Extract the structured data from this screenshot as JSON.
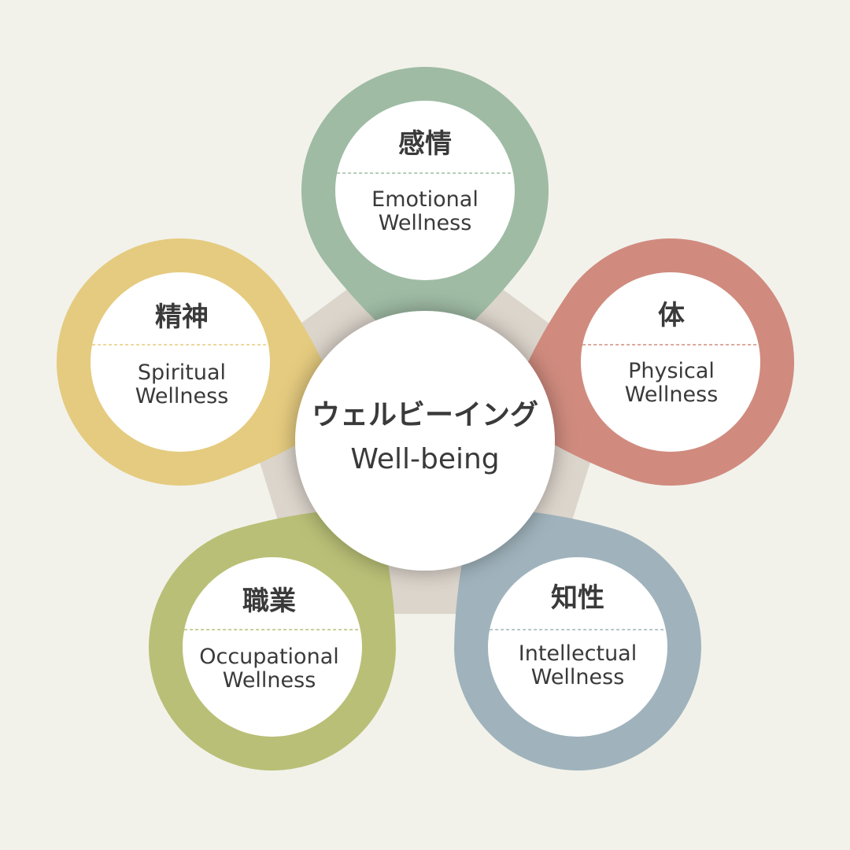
{
  "center": {
    "jp": "ウェルビーイング",
    "en": "Well-being"
  },
  "nodes": [
    {
      "id": "emotional",
      "jp": "感情",
      "en_line1": "Emotional",
      "en_line2": "Wellness",
      "color": "#9fbba4",
      "divider_color": "#9fbba4"
    },
    {
      "id": "physical",
      "jp": "体",
      "en_line1": "Physical",
      "en_line2": "Wellness",
      "color": "#d08b7e",
      "divider_color": "#d08b7e"
    },
    {
      "id": "intellectual",
      "jp": "知性",
      "en_line1": "Intellectual",
      "en_line2": "Wellness",
      "color": "#a0b3bc",
      "divider_color": "#a0b3bc"
    },
    {
      "id": "occupational",
      "jp": "職業",
      "en_line1": "Occupational",
      "en_line2": "Wellness",
      "color": "#b9bf76",
      "divider_color": "#b9bf76"
    },
    {
      "id": "spiritual",
      "jp": "精神",
      "en_line1": "Spiritual",
      "en_line2": "Wellness",
      "color": "#e5cb7f",
      "divider_color": "#e5cb7f"
    }
  ],
  "colors": {
    "background": "#f2f2eb",
    "pentagon": "#dcd5cc",
    "center_fill": "#ffffff",
    "text": "#3a3a3a"
  }
}
